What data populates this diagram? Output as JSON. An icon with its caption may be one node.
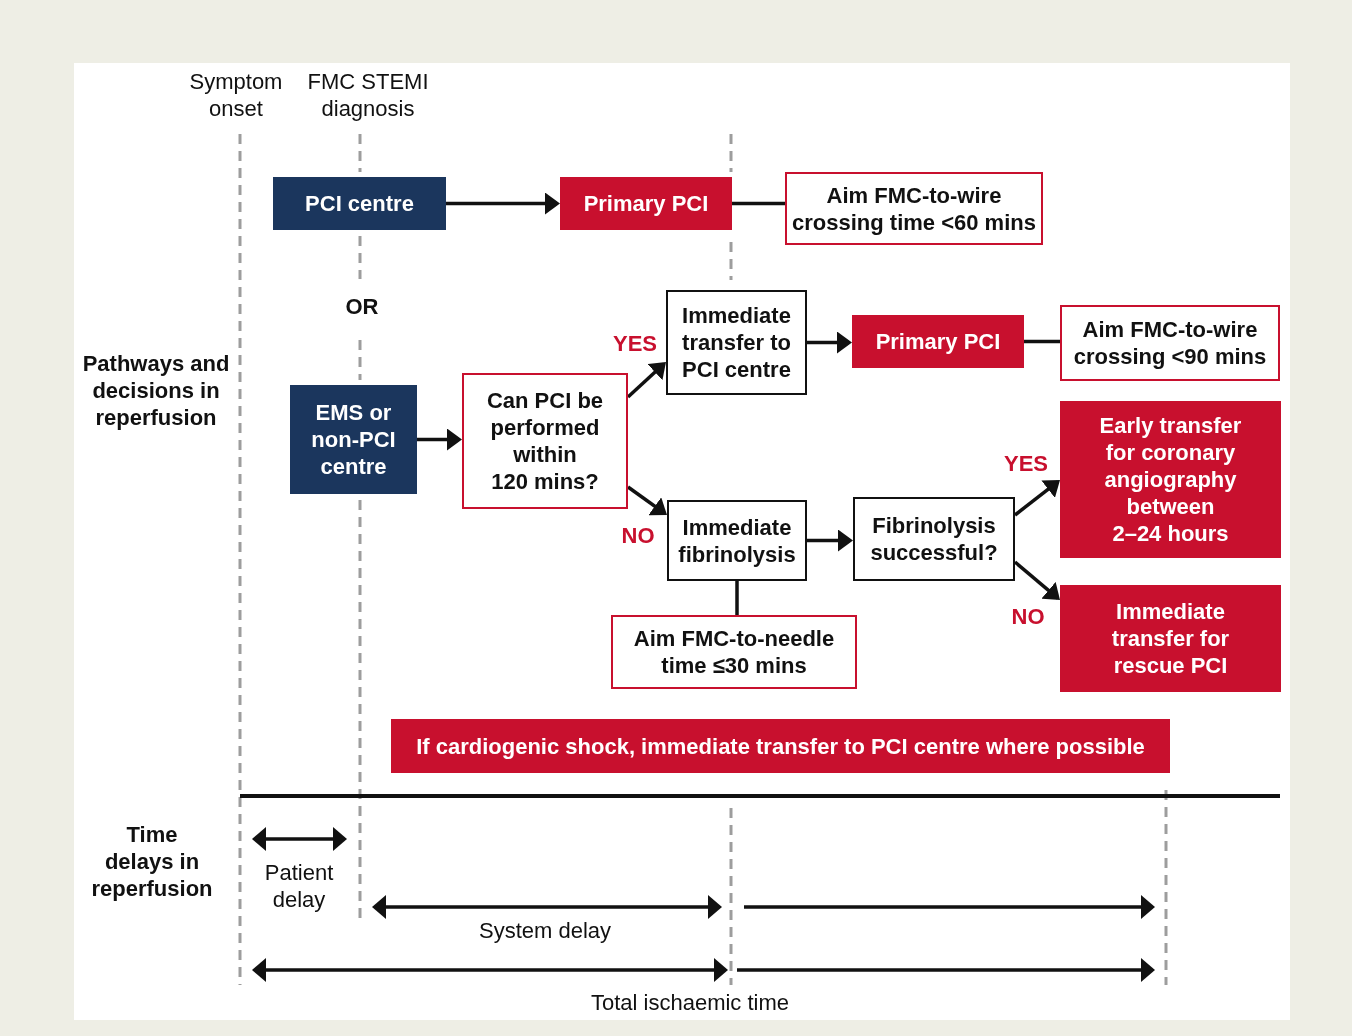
{
  "diagram": {
    "nodes": [
      {
        "text": [
          "PCI centre"
        ]
      },
      {
        "text": [
          "Primary PCI"
        ]
      },
      {
        "text": [
          "Aim FMC-to-wire crossing time <60 mins"
        ]
      },
      {
        "text": [
          "EMS or non-PCI centre"
        ]
      },
      {
        "text": [
          "Can PCI be performed within 120 mins?"
        ]
      },
      {
        "text": [
          "Immediate transfer to PCI centre"
        ]
      },
      {
        "text": [
          "Primary PCI"
        ]
      },
      {
        "text": [
          "Aim FMC-to-wire crossing <90 mins"
        ]
      },
      {
        "text": [
          "Immediate fibrinolysis"
        ]
      },
      {
        "text": [
          "Fibrinolysis successful?"
        ]
      },
      {
        "text": [
          "Early transfer for coronary angiography between 2–24 hours"
        ]
      },
      {
        "text": [
          "Immediate transfer for rescue PCI"
        ]
      },
      {
        "text": [
          "Aim FMC-to-needle time ≤30 mins"
        ]
      },
      {
        "text": [
          "If cardiogenic shock, immediate transfer to PCI centre where possible"
        ]
      }
    ],
    "edges": [
      {
        "from": 0,
        "to": 1,
        "arrow": "to"
      },
      {
        "from": 1,
        "to": 2,
        "arrow": "none"
      },
      {
        "from": 3,
        "to": 4,
        "arrow": "to"
      },
      {
        "from": 4,
        "to": 5,
        "arrow": "to",
        "label": "YES"
      },
      {
        "from": 4,
        "to": 8,
        "arrow": "to",
        "label": "NO"
      },
      {
        "from": 5,
        "to": 6,
        "arrow": "to"
      },
      {
        "from": 6,
        "to": 7,
        "arrow": "none"
      },
      {
        "from": 8,
        "to": 9,
        "arrow": "to"
      },
      {
        "from": 8,
        "to": 12,
        "arrow": "none"
      },
      {
        "from": 9,
        "to": 10,
        "arrow": "to",
        "label": "YES"
      },
      {
        "from": 9,
        "to": 11,
        "arrow": "to",
        "label": "NO"
      }
    ],
    "labels": [
      "Symptom onset",
      "FMC STEMI diagnosis",
      "OR",
      "Pathways and decisions in reperfusion",
      "Time delays in reperfusion",
      "Patient delay",
      "System delay",
      "Total ischaemic time"
    ]
  }
}
